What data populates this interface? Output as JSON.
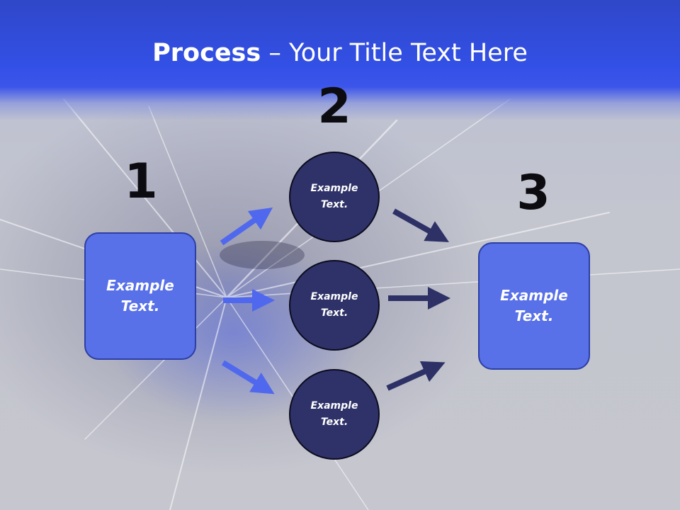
{
  "title": {
    "bold": "Process",
    "rest": " – Your Title Text Here"
  },
  "steps": [
    {
      "number": "1",
      "text": "Example Text."
    },
    {
      "number": "2",
      "text": "Example Text."
    },
    {
      "number": "3",
      "text": "Example Text."
    }
  ],
  "middle_items": [
    {
      "text": "Example Text."
    },
    {
      "text": "Example Text."
    },
    {
      "text": "Example Text."
    }
  ],
  "colors": {
    "header_blue": "#3350e6",
    "box_fill": "#5870e8",
    "circle_fill": "#2f3268",
    "arrow_light": "#5068ee",
    "arrow_dark": "#2e3166"
  }
}
